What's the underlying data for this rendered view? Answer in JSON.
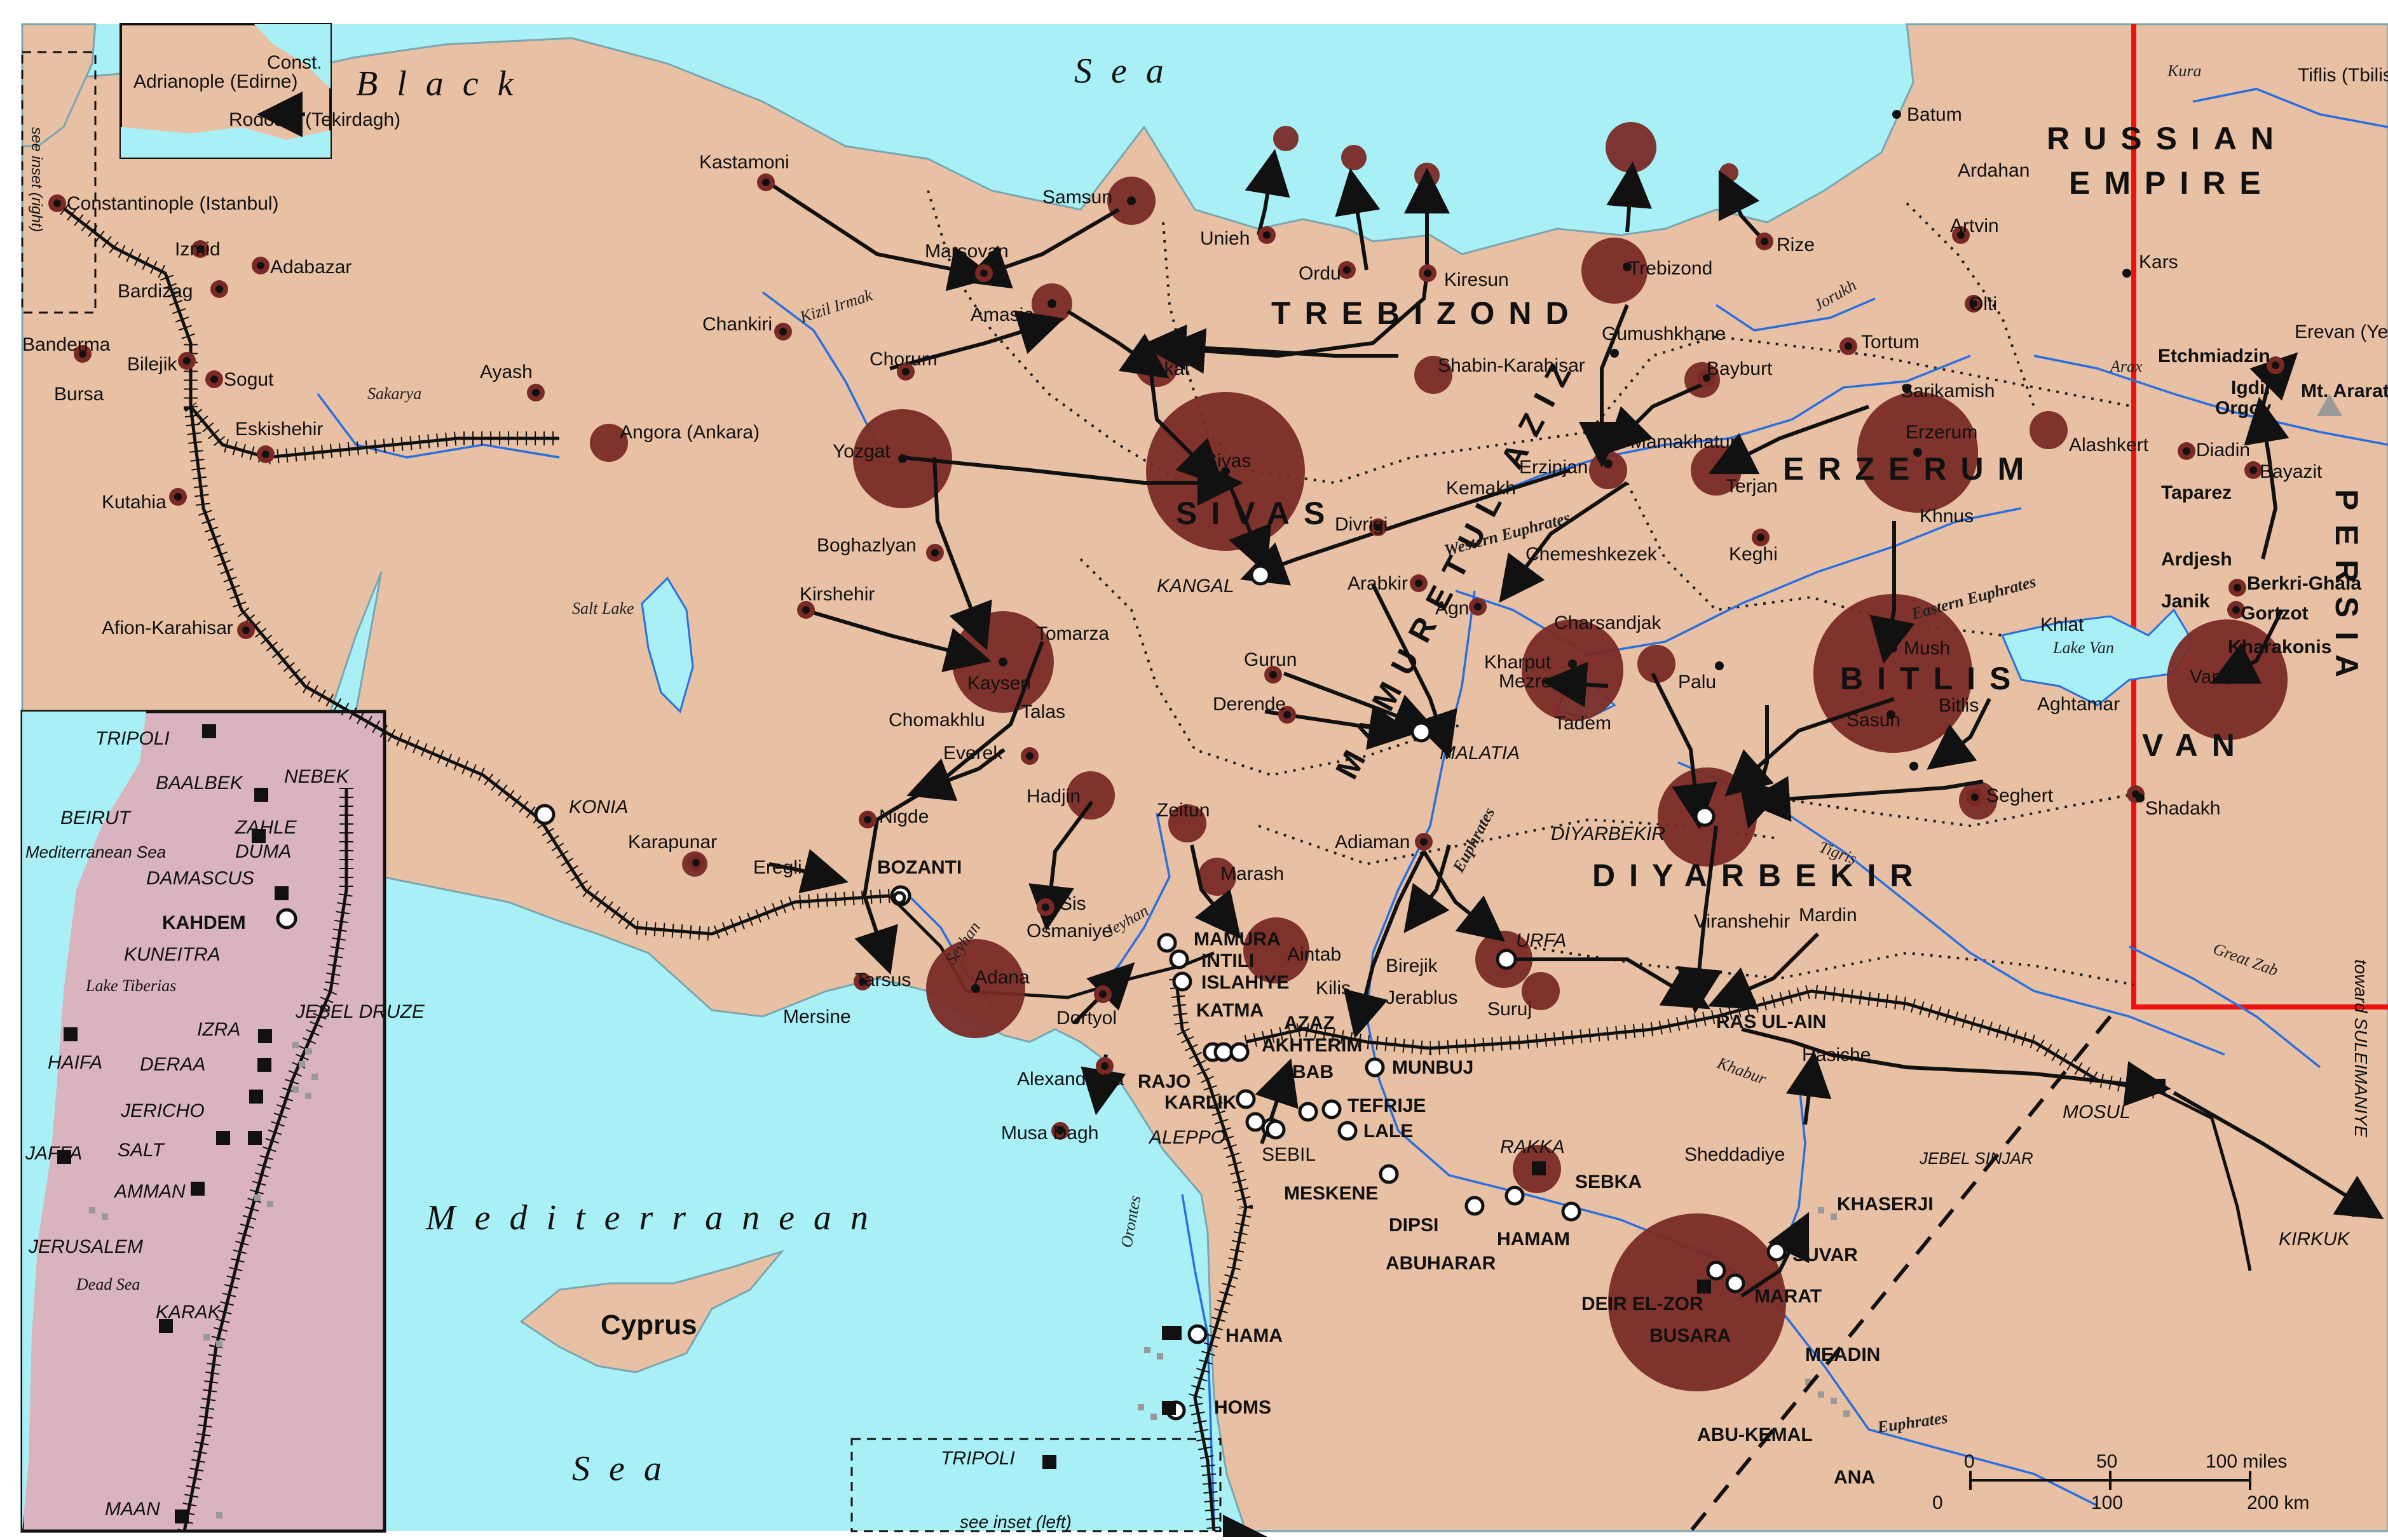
{
  "colors": {
    "sea": "#a9f0f6",
    "land": "#e8c0a4",
    "inset_left": "#d9b3be",
    "circle": "#7a2a26",
    "route": "#111111",
    "river": "#2a6fe0",
    "border": "#ee1111"
  },
  "icons": {
    "deportation-center": "filled-circle",
    "transit-camp": "open-circle",
    "killing-site": "black-square",
    "railway": "hatched-line"
  },
  "sea_labels": {
    "black_sea_1": "Black",
    "black_sea_2": "Sea",
    "med_1": "Mediterranean",
    "med_2": "Sea",
    "inset_med": "Mediterranean Sea",
    "cyprus": "Cyprus"
  },
  "regions": {
    "trebizond": "TREBIZOND",
    "sivas": "SIVAS",
    "erzerum": "ERZERUM",
    "mamuretul": "MAMURETUL AZIZ",
    "bitlis": "BITLIS",
    "van": "VAN",
    "diyarbekir": "DIYARBEKIR",
    "russian_1": "RUSSIAN",
    "russian_2": "EMPIRE",
    "persia": "PERSIA"
  },
  "rivers": {
    "kizil": "Kizil Irmak",
    "sakarya": "Sakarya",
    "jorukh": "Jorukh",
    "kura": "Kura",
    "arax": "Arax",
    "weuphrates": "Western Euphrates",
    "eeuphrates": "Eastern Euphrates",
    "euphrates": "Euphrates",
    "euphrates2": "Euphrates",
    "tigris": "Tigris",
    "greatzab": "Great Zab",
    "khabur": "Khabur",
    "seyhan": "Seyhan",
    "jeyhan": "Jeyhan",
    "orontes": "Orontes",
    "saltlake": "Salt Lake",
    "lakevan": "Lake Van",
    "jebelsinjar": "JEBEL SINJAR"
  },
  "misc": {
    "see_inset_right": "see inset (right)",
    "see_inset_left": "see inset (left)",
    "toward_suleimaniye": "toward SULEIMANIYE"
  },
  "scale": {
    "miles_0": "0",
    "miles_50": "50",
    "miles_100": "100 miles",
    "km_0": "0",
    "km_100": "100",
    "km_200": "200 km"
  },
  "places": {
    "constantinople": "Constantinople (Istanbul)",
    "izmid": "Izmid",
    "adabazar": "Adabazar",
    "bardizag": "Bardizag",
    "banderma": "Banderma",
    "bursa": "Bursa",
    "bilejik": "Bilejik",
    "sogut": "Sogut",
    "eskishehir": "Eskishehir",
    "kutahia": "Kutahia",
    "afion": "Afion-Karahisar",
    "angora": "Angora (Ankara)",
    "ayash": "Ayash",
    "kastamoni": "Kastamoni",
    "chankiri": "Chankiri",
    "samsun": "Samsun",
    "marsovan": "Marsovan",
    "amasia": "Amasia",
    "chorum": "Chorum",
    "tokat": "Tokat",
    "yozgat": "Yozgat",
    "sivas_town": "Sivas",
    "boghazlyan": "Boghazlyan",
    "kirshehir": "Kirshehir",
    "tomarza": "Tomarza",
    "kayseri": "Kayseri",
    "talas": "Talas",
    "chomakhlu": "Chomakhlu",
    "everek": "Everek",
    "nigde": "Nigde",
    "konia": "KONIA",
    "karapunar": "Karapunar",
    "eregli": "Eregli",
    "bozanti": "BOZANTI",
    "tarsus": "Tarsus",
    "mersine": "Mersine",
    "adana": "Adana",
    "hadjin": "Hadjin",
    "sis": "Sis",
    "osmaniye": "Osmaniye",
    "dortyol": "Dortyol",
    "alexandretta": "Alexandretta",
    "musa_dagh": "Musa Dagh",
    "zeitun": "Zeitun",
    "marash": "Marash",
    "aintab": "Aintab",
    "kilis": "Kilis",
    "mamura": "MAMURA",
    "intili": "INTILI",
    "islahiye": "ISLAHIYE",
    "katma": "KATMA",
    "azaz": "AZAZ",
    "akhterim": "AKHTERIM",
    "bab": "BAB",
    "munbuj": "MUNBUJ",
    "rajo": "RAJO",
    "karlik": "KARLIK",
    "tefrije": "TEFRIJE",
    "lale": "LALE",
    "aleppo": "ALEPPO",
    "sebil": "SEBIL",
    "meskene": "MESKENE",
    "dipsi": "DIPSI",
    "abuharar": "ABUHARAR",
    "hamam": "HAMAM",
    "rakka": "RAKKA",
    "sebka": "SEBKA",
    "deir": "DEIR EL-ZOR",
    "busara": "BUSARA",
    "marat": "MARAT",
    "suvar": "SUVAR",
    "khaserji": "KHASERJI",
    "meadin": "MEADIN",
    "abu_kemal": "ABU-KEMAL",
    "ana": "ANA",
    "hama": "HAMA",
    "homs": "HOMS",
    "tripoli_main": "TRIPOLI",
    "unieh": "Unieh",
    "ordu": "Ordu",
    "kiresun": "Kiresun",
    "trebizond_town": "Trebizond",
    "rize": "Rize",
    "gumushkhane": "Gumushkhane",
    "shabin": "Shabin-Karahisar",
    "bayburt": "Bayburt",
    "batum": "Batum",
    "ardahan": "Ardahan",
    "artvin": "Artvin",
    "olti": "Olti",
    "tortum": "Tortum",
    "kars": "Kars",
    "tiflis": "Tiflis (Tbilisi)",
    "sarikamish": "Sarikamish",
    "erzerum_town": "Erzerum",
    "mamakhatun": "Mamakhatun",
    "terjan": "Terjan",
    "erzinjan": "Erzinjan",
    "kemakh": "Kemakh",
    "divrigi": "Divrigi",
    "kangal": "KANGAL",
    "chemeshkezek": "Chemeshkezek",
    "arabkir": "Arabkir",
    "agn": "Agn",
    "keghi": "Keghi",
    "charsandjak": "Charsandjak",
    "kharput": "Kharput",
    "mezre": "Mezre",
    "tadem": "Tadem",
    "palu": "Palu",
    "gurun": "Gurun",
    "derende": "Derende",
    "malatia": "MALATIA",
    "adiaman": "Adiaman",
    "birejik": "Birejik",
    "jerablus": "Jerablus",
    "suruj": "Suruj",
    "urfa": "URFA",
    "diyarbekir_town": "DIYARBEKIR",
    "viranshehir": "Viranshehir",
    "mardin": "Mardin",
    "ras_ul_ain": "RAS UL-AIN",
    "hasiche": "Hasiche",
    "sheddadiye": "Sheddadiye",
    "mosul": "MOSUL",
    "kirkuk": "KIRKUK",
    "khnus": "Khnus",
    "mush": "Mush",
    "sasun": "Sasun",
    "bitlis_town": "Bitlis",
    "khlat": "Khlat",
    "aghtamar": "Aghtamar",
    "seghert": "Seghert",
    "van_town": "Van",
    "shadakh": "Shadakh",
    "alashkert": "Alashkert",
    "diadin": "Diadin",
    "bayazit": "Bayazit",
    "mt_ararat": "Mt. Ararat",
    "igdir": "Igdir",
    "orgov": "Orgov",
    "etchmiadzin": "Etchmiadzin",
    "erevan": "Erevan (Yerevan)",
    "taparez": "Taparez",
    "ardjesh": "Ardjesh",
    "berkri": "Berkri-Ghala",
    "janik": "Janik",
    "gortzot": "Gortzot",
    "kharakonis": "Kharakonis",
    "adrianople": "Adrianople (Edirne)",
    "const_short": "Const.",
    "rodosto": "Rodosto (Tekirdagh)"
  },
  "inset_places": {
    "tripoli": "TRIPOLI",
    "baalbek": "BAALBEK",
    "nebek": "NEBEK",
    "beirut": "BEIRUT",
    "zahle": "ZAHLE",
    "duma": "DUMA",
    "damascus": "DAMASCUS",
    "kahdem": "KAHDEM",
    "kuneitra": "KUNEITRA",
    "lake_tiberias": "Lake Tiberias",
    "jebel_druze": "JEBEL DRUZE",
    "haifa": "HAIFA",
    "izra": "IZRA",
    "deraa": "DERAA",
    "jericho": "JERICHO",
    "jaffa": "JAFFA",
    "salt": "SALT",
    "amman": "AMMAN",
    "jerusalem": "JERUSALEM",
    "dead_sea": "Dead Sea",
    "karak": "KARAK",
    "maan": "MAAN"
  }
}
